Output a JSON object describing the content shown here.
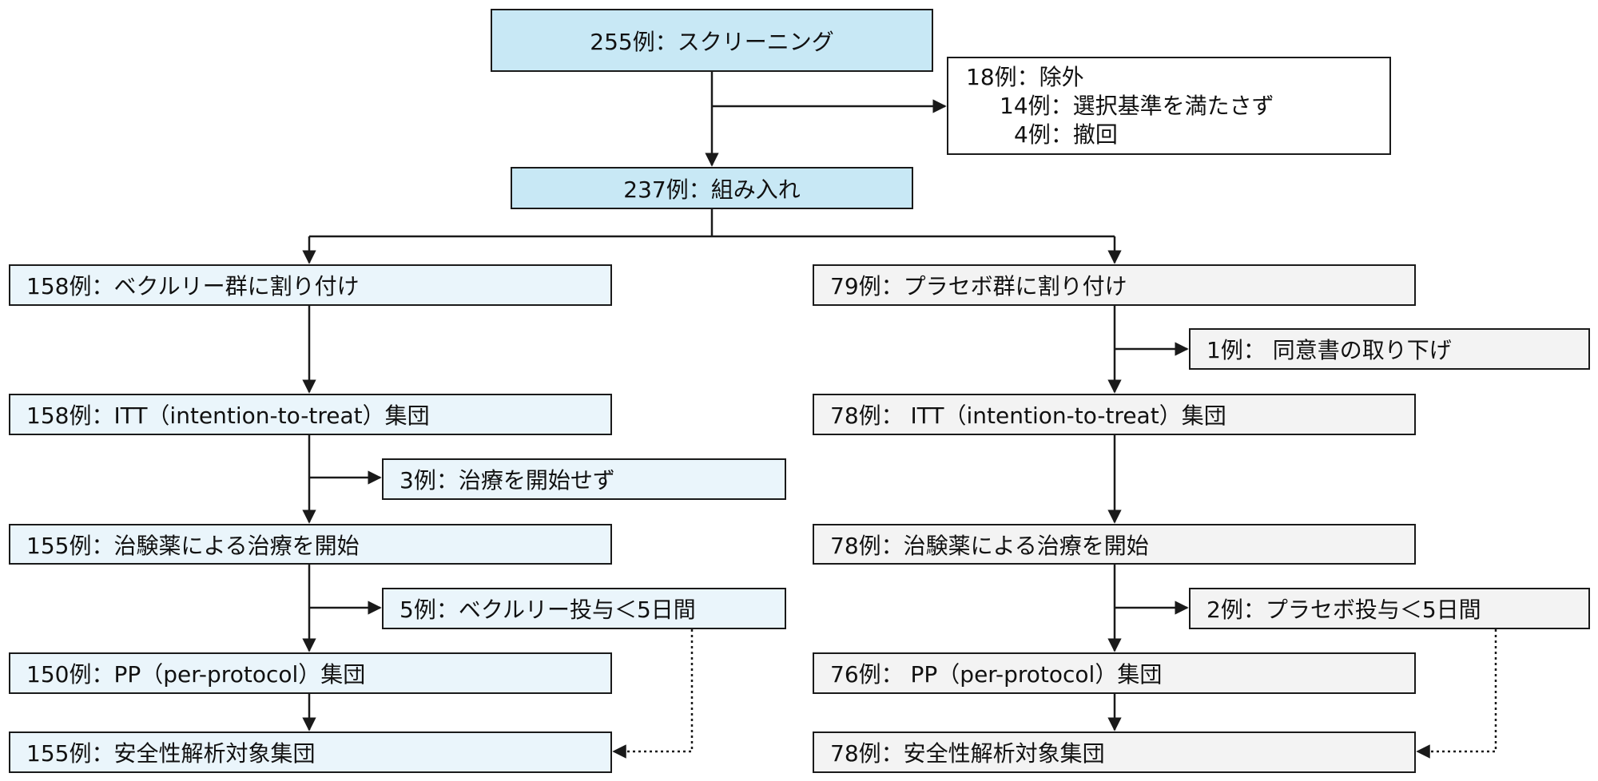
{
  "screening": "255例：スクリーニング",
  "excluded": {
    "total": "18例：除外",
    "criteria": "14例：選択基準を満たさず",
    "withdrawn": "4例：撤回"
  },
  "enrolled": "237例：組み入れ",
  "belimumab": {
    "randomized": "158例：ベクルリー群に割り付け",
    "itt": "158例：ITT（intention-to-treat）集団",
    "not_started": "3例：治療を開始せず",
    "started": "155例：治験薬による治療を開始",
    "short_dosing": "5例：ベクルリー投与＜5日間",
    "pp": "150例：PP（per-protocol）集団",
    "safety": "155例：安全性解析対象集団"
  },
  "placebo": {
    "randomized": "79例：プラセボ群に割り付け",
    "consent_withdrawn": "1例： 同意書の取り下げ",
    "itt": "78例： ITT（intention-to-treat）集団",
    "started": "78例：治験薬による治療を開始",
    "short_dosing": "2例：プラセボ投与＜5日間",
    "pp": "76例： PP（per-protocol）集団",
    "safety": "78例：安全性解析対象集団"
  },
  "colors": {
    "top_box": "#c8e8f5",
    "belimumab_box": "#eaf5fb",
    "placebo_box": "#f3f3f3",
    "line": "#1a1a1a"
  }
}
